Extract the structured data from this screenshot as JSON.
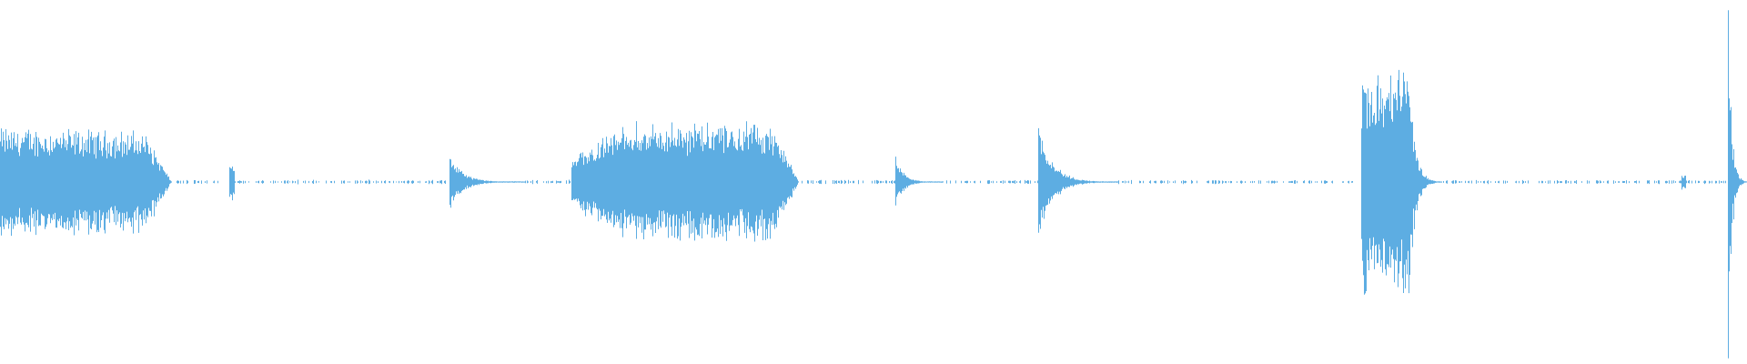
{
  "waveform": {
    "color": "#5dade2",
    "background": "#ffffff",
    "segments": [
      {
        "start": 0.0,
        "end": 0.098,
        "amplitude": 0.14,
        "shape": "sustain",
        "decay": 0.02
      },
      {
        "start": 0.131,
        "end": 0.134,
        "amplitude": 0.05,
        "shape": "spike"
      },
      {
        "start": 0.257,
        "end": 0.3,
        "amplitude": 0.08,
        "shape": "attack"
      },
      {
        "start": 0.327,
        "end": 0.457,
        "amplitude": 0.15,
        "shape": "swell",
        "decay": 0.018
      },
      {
        "start": 0.512,
        "end": 0.54,
        "amplitude": 0.07,
        "shape": "attack"
      },
      {
        "start": 0.594,
        "end": 0.64,
        "amplitude": 0.17,
        "shape": "attack"
      },
      {
        "start": 0.779,
        "end": 0.825,
        "amplitude": 0.29,
        "shape": "burst"
      },
      {
        "start": 0.962,
        "end": 0.965,
        "amplitude": 0.02,
        "shape": "spike"
      },
      {
        "start": 0.989,
        "end": 1.0,
        "amplitude": 0.52,
        "shape": "attack"
      }
    ],
    "noise_floor": 0.004
  }
}
